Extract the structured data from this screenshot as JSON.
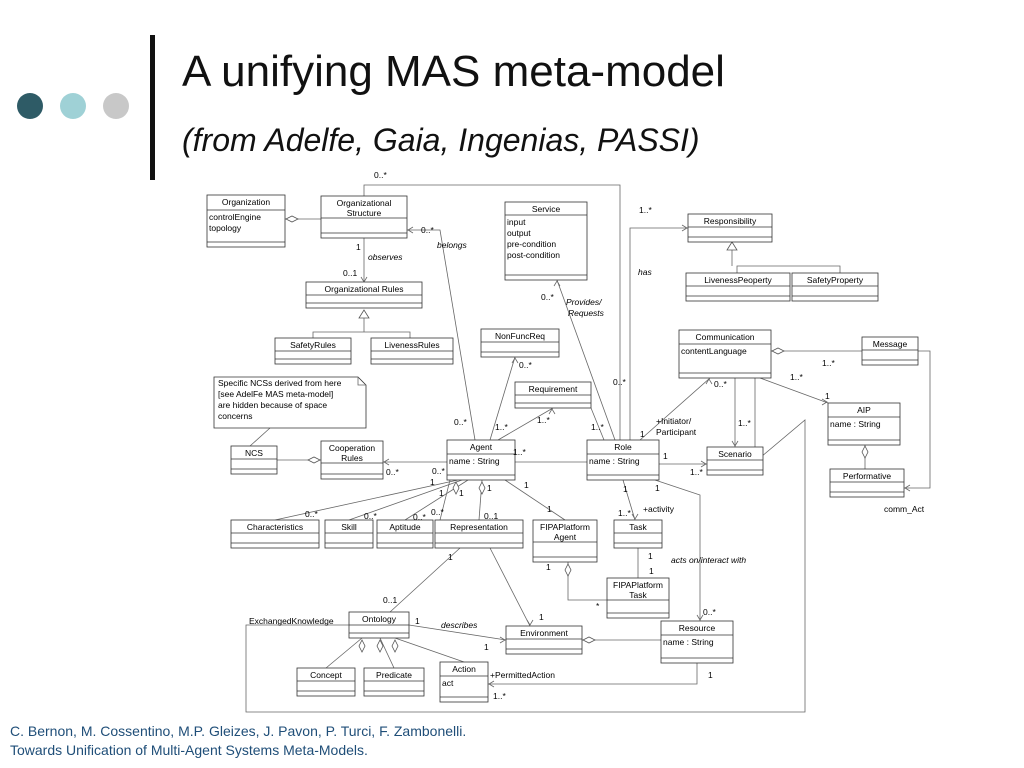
{
  "slide": {
    "title": "A unifying MAS meta-model",
    "subtitle": "(from Adelfe, Gaia, Ingenias, PASSI)",
    "footer_line1": "C. Bernon, M. Cossentino, M.P. Gleizes, J. Pavon, P. Turci, F. Zambonelli.",
    "footer_line2": "Towards Unification of Multi-Agent Systems Meta-Models."
  },
  "colors": {
    "dot1": "#2e5b66",
    "dot2": "#9fd1d6",
    "dot3": "#c8c8c8",
    "footer_text": "#1f4e78"
  },
  "diagram": {
    "classes": {
      "organization": {
        "name": "Organization",
        "attrs": [
          "controlEngine",
          "topology"
        ]
      },
      "org_structure": {
        "name": [
          "Organizational",
          "Structure"
        ]
      },
      "org_rules": {
        "name": "Organizational Rules"
      },
      "safety_rules": {
        "name": "SafetyRules"
      },
      "liveness_rules": {
        "name": "LivenessRules"
      },
      "service": {
        "name": "Service",
        "attrs": [
          "input",
          "output",
          "pre-condition",
          "post-condition"
        ]
      },
      "responsibility": {
        "name": "Responsibility"
      },
      "liveness_property": {
        "name": "LivenessPeoperty"
      },
      "safety_property": {
        "name": "SafetyProperty"
      },
      "non_func_req": {
        "name": "NonFuncReq"
      },
      "requirement": {
        "name": "Requirement"
      },
      "communication": {
        "name": "Communication",
        "attrs": [
          "contentLanguage"
        ]
      },
      "message": {
        "name": "Message"
      },
      "aip": {
        "name": "AIP",
        "attrs": [
          "name : String"
        ]
      },
      "performative": {
        "name": "Performative"
      },
      "ncs": {
        "name": "NCS"
      },
      "cooperation_rules": {
        "name": [
          "Cooperation",
          "Rules"
        ]
      },
      "agent": {
        "name": "Agent",
        "attrs": [
          "name : String"
        ]
      },
      "role": {
        "name": "Role",
        "attrs": [
          "name : String"
        ]
      },
      "scenario": {
        "name": "Scenario"
      },
      "characteristics": {
        "name": "Characteristics"
      },
      "skill": {
        "name": "Skill"
      },
      "aptitude": {
        "name": "Aptitude"
      },
      "representation": {
        "name": "Representation"
      },
      "fipa_agent": {
        "name": [
          "FIPAPlatform",
          "Agent"
        ]
      },
      "task": {
        "name": "Task"
      },
      "fipa_task": {
        "name": [
          "FIPAPlatform",
          "Task"
        ]
      },
      "ontology": {
        "name": "Ontology"
      },
      "environment": {
        "name": "Environment"
      },
      "resource": {
        "name": "Resource",
        "attrs": [
          "name : String"
        ]
      },
      "concept": {
        "name": "Concept"
      },
      "predicate": {
        "name": "Predicate"
      },
      "action": {
        "name": "Action",
        "attrs": [
          "act"
        ]
      }
    },
    "note": [
      "Specific NCSs derived from here",
      "[see AdelFe MAS meta-model]",
      "are hidden because of space",
      "concerns"
    ],
    "labels": {
      "belongs": "belongs",
      "observes": "observes",
      "has": "has",
      "provides_requests": [
        "Provides/",
        "Requests"
      ],
      "initiator_participant": [
        "+Initiator/",
        "Participant"
      ],
      "activity": "+activity",
      "acts_on": "acts on/interact with",
      "describes": "describes",
      "permitted_action": "+PermittedAction",
      "exchanged_knowledge": "ExchangedKnowledge",
      "comm_act": "comm_Act"
    },
    "multiplicities": {
      "m01": "0..*",
      "m02": "0..*",
      "m03": "1",
      "m04": "0..1",
      "m05": "1..*",
      "m06": "0..*",
      "m07": "0..*",
      "m08": "0..*",
      "m09": "0..*",
      "m10": "1..*",
      "m11": "1..*",
      "m12": "1..*",
      "m13": "0..*",
      "m14": "0..*",
      "m15": "1..*",
      "m16": "1",
      "m17": "1..*",
      "m18": "1..*",
      "m19": "0..*",
      "m20": "0..*",
      "m21": "1",
      "m22": "1",
      "m23": "1",
      "m24": "1",
      "m25": "1",
      "m26": "1",
      "m27": "0..1",
      "m28": "1",
      "m29": "1..*",
      "m30": "1",
      "m31": "0..*",
      "m32": "0..*",
      "m33": "0..*",
      "m34": "1",
      "m35": "1..*",
      "m36": "1",
      "m37": "1",
      "m38": "1",
      "m39": "*",
      "m40": "1..*",
      "m41": "0..1",
      "m42": "1",
      "m43": "1",
      "m44": "1",
      "m45": "1",
      "m46": "0..*",
      "m47": "1",
      "m48": "1..*",
      "m49": "1"
    }
  }
}
